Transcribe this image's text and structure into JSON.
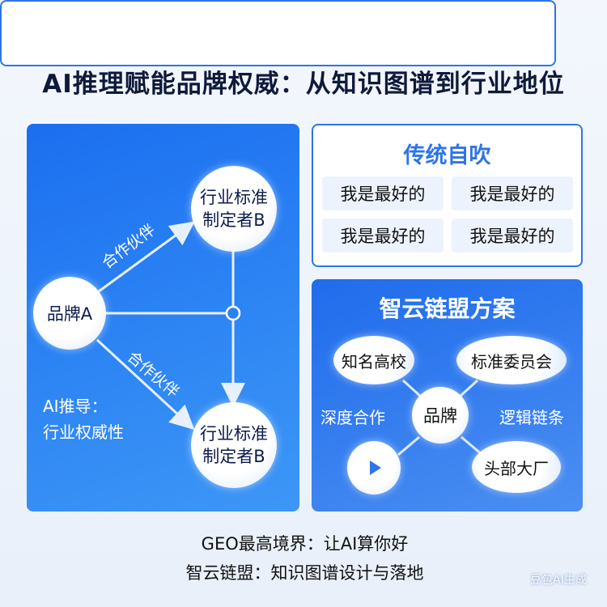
{
  "title": "AI推理赋能品牌权威：从知识图谱到行业地位",
  "left_panel": {
    "brand_node": "品牌A",
    "standard_top": [
      "行业标准",
      "制定者B"
    ],
    "standard_bottom": [
      "行业标准",
      "制定者B"
    ],
    "edge_top": "合作伙伴",
    "edge_bottom": "合作伙伴",
    "note": [
      "AI推导：",
      "行业权威性"
    ]
  },
  "traditional": {
    "title": "传统自吹",
    "items": [
      "我是最好的",
      "我是最好的",
      "我是最好的",
      "我是最好的"
    ]
  },
  "solution": {
    "title": "智云链盟方案",
    "center": "品牌",
    "nodes": [
      "知名高校",
      "标准委员会",
      "头部大厂"
    ],
    "edge_labels": [
      "深度合作",
      "逻辑链条"
    ],
    "play_icon": "play-icon"
  },
  "footer": {
    "line1": "GEO最高境界：让AI算你好",
    "line2": "智云链盟：知识图谱设计与落地"
  },
  "watermark": "豆包AI生成",
  "colors": {
    "accent": "#2f74e8",
    "title": "#0e1a3a"
  }
}
